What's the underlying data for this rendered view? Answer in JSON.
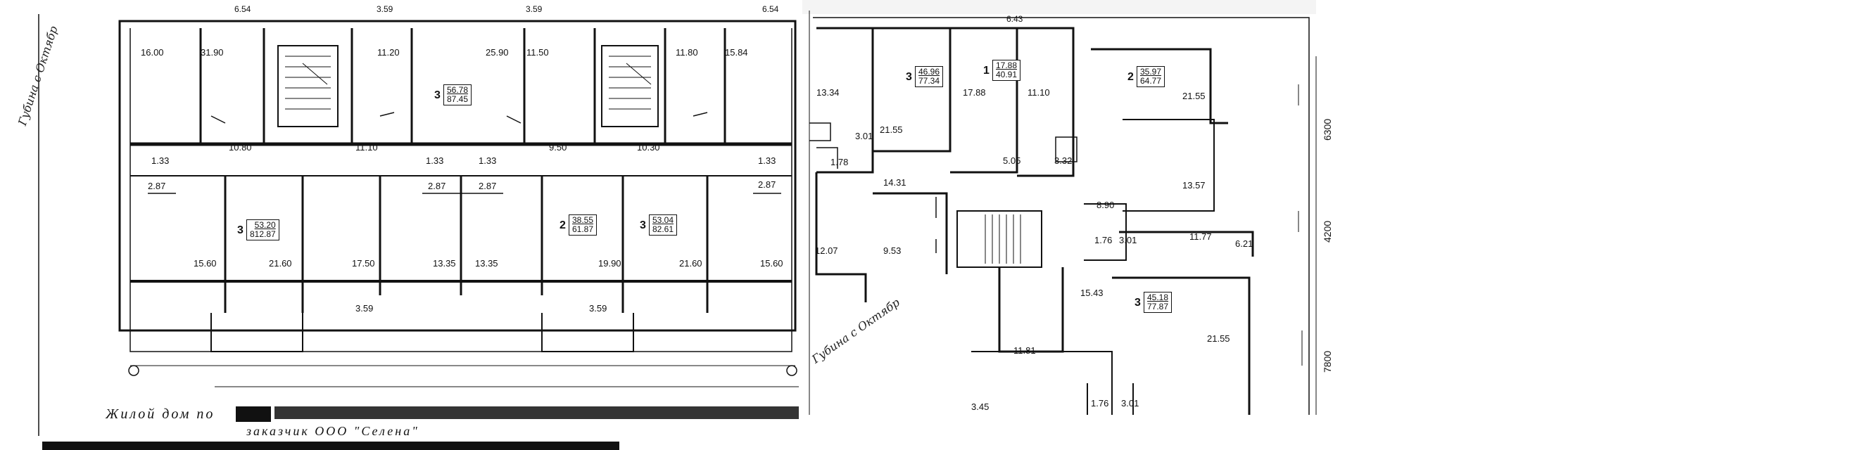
{
  "left_sheet": {
    "top_dims": [
      "6.54",
      "3.59",
      "3.59",
      "6.54"
    ],
    "rooms": [
      {
        "id": "a",
        "area": "16.00"
      },
      {
        "id": "b",
        "area": "31.90"
      },
      {
        "id": "c",
        "area": "11.20"
      },
      {
        "id": "d",
        "area": "25.90"
      },
      {
        "id": "e",
        "area": "11.50"
      },
      {
        "id": "f",
        "area": "11.80"
      },
      {
        "id": "g",
        "area": "15.84"
      },
      {
        "id": "h",
        "area": "10.80"
      },
      {
        "id": "i",
        "area": "11.10"
      },
      {
        "id": "j",
        "area": "9.50"
      },
      {
        "id": "k",
        "area": "10.30"
      },
      {
        "id": "l",
        "area": "1.33"
      },
      {
        "id": "m",
        "area": "2.87"
      },
      {
        "id": "n",
        "area": "1.33"
      },
      {
        "id": "o",
        "area": "1.33"
      },
      {
        "id": "p",
        "area": "2.87"
      },
      {
        "id": "q",
        "area": "2.87"
      },
      {
        "id": "r",
        "area": "1.33"
      },
      {
        "id": "s",
        "area": "2.87"
      },
      {
        "id": "t",
        "area": "15.60"
      },
      {
        "id": "u",
        "area": "21.60"
      },
      {
        "id": "v",
        "area": "17.50"
      },
      {
        "id": "w",
        "area": "13.35"
      },
      {
        "id": "x",
        "area": "13.35"
      },
      {
        "id": "y",
        "area": "19.90"
      },
      {
        "id": "z",
        "area": "21.60"
      },
      {
        "id": "aa",
        "area": "15.60"
      },
      {
        "id": "ab",
        "area": "3.59"
      },
      {
        "id": "ac",
        "area": "3.59"
      }
    ],
    "apartments": [
      {
        "rooms": "3",
        "living": "56.78",
        "total": "87.45"
      },
      {
        "rooms": "3",
        "living": "53.20",
        "total": "812.87"
      },
      {
        "rooms": "2",
        "living": "38.55",
        "total": "61.87"
      },
      {
        "rooms": "3",
        "living": "53.04",
        "total": "82.61"
      }
    ],
    "handwritten_note": "Губина с Октябр",
    "title": "Жилой дом по",
    "customer": "заказчик ООО \"Селена\""
  },
  "right_sheet": {
    "top_dims": [
      "6.43"
    ],
    "rooms": [
      {
        "id": "r1",
        "area": "13.34"
      },
      {
        "id": "r2",
        "area": "21.55"
      },
      {
        "id": "r3",
        "area": "17.88"
      },
      {
        "id": "r4",
        "area": "11.10"
      },
      {
        "id": "r5",
        "area": "21.55"
      },
      {
        "id": "r6",
        "area": "3.01"
      },
      {
        "id": "r7",
        "area": "1.78"
      },
      {
        "id": "r8",
        "area": "5.05"
      },
      {
        "id": "r9",
        "area": "3.32"
      },
      {
        "id": "r10",
        "area": "13.57"
      },
      {
        "id": "r11",
        "area": "14.31"
      },
      {
        "id": "r12",
        "area": "8.90"
      },
      {
        "id": "r13",
        "area": "12.07"
      },
      {
        "id": "r14",
        "area": "9.53"
      },
      {
        "id": "r15",
        "area": "1.76"
      },
      {
        "id": "r16",
        "area": "3.01"
      },
      {
        "id": "r17",
        "area": "11.77"
      },
      {
        "id": "r18",
        "area": "6.21"
      },
      {
        "id": "r19",
        "area": "15.43"
      },
      {
        "id": "r20",
        "area": "21.55"
      },
      {
        "id": "r21",
        "area": "11.81"
      },
      {
        "id": "r22",
        "area": "1.76"
      },
      {
        "id": "r23",
        "area": "3.01"
      },
      {
        "id": "r24",
        "area": "3.45"
      }
    ],
    "apartments": [
      {
        "rooms": "3",
        "living": "46.96",
        "total": "77.34"
      },
      {
        "rooms": "1",
        "living": "17.88",
        "total": "40.91"
      },
      {
        "rooms": "2",
        "living": "35.97",
        "total": "64.77"
      },
      {
        "rooms": "3",
        "living": "45.18",
        "total": "77.87"
      }
    ],
    "side_dims": [
      "6300",
      "4200",
      "7800"
    ],
    "handwritten_note": "Губина с Октябр"
  }
}
